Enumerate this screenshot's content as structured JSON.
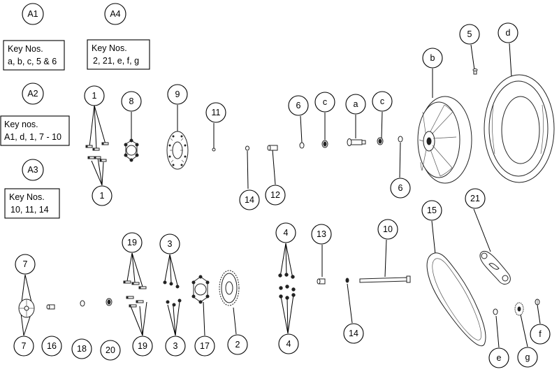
{
  "assemblies": [
    {
      "id": "A1",
      "key_title": "Key Nos.",
      "key_items": "a, b, c, 5 & 6"
    },
    {
      "id": "A4",
      "key_title": "Key Nos.",
      "key_items": "2, 21, e, f, g"
    },
    {
      "id": "A2",
      "key_title": "Key nos.",
      "key_items": "A1, d, 1, 7 - 10"
    },
    {
      "id": "A3",
      "key_title": "Key Nos.",
      "key_items": "10, 11, 14"
    }
  ],
  "callouts": [
    {
      "label": "1"
    },
    {
      "label": "1"
    },
    {
      "label": "8"
    },
    {
      "label": "9"
    },
    {
      "label": "11"
    },
    {
      "label": "14"
    },
    {
      "label": "12"
    },
    {
      "label": "6"
    },
    {
      "label": "c"
    },
    {
      "label": "a"
    },
    {
      "label": "c"
    },
    {
      "label": "6"
    },
    {
      "label": "b"
    },
    {
      "label": "5"
    },
    {
      "label": "d"
    },
    {
      "label": "7"
    },
    {
      "label": "7"
    },
    {
      "label": "16"
    },
    {
      "label": "18"
    },
    {
      "label": "20"
    },
    {
      "label": "19"
    },
    {
      "label": "19"
    },
    {
      "label": "3"
    },
    {
      "label": "3"
    },
    {
      "label": "17"
    },
    {
      "label": "2"
    },
    {
      "label": "4"
    },
    {
      "label": "4"
    },
    {
      "label": "13"
    },
    {
      "label": "14"
    },
    {
      "label": "10"
    },
    {
      "label": "15"
    },
    {
      "label": "21"
    },
    {
      "label": "e"
    },
    {
      "label": "g"
    },
    {
      "label": "f"
    }
  ]
}
